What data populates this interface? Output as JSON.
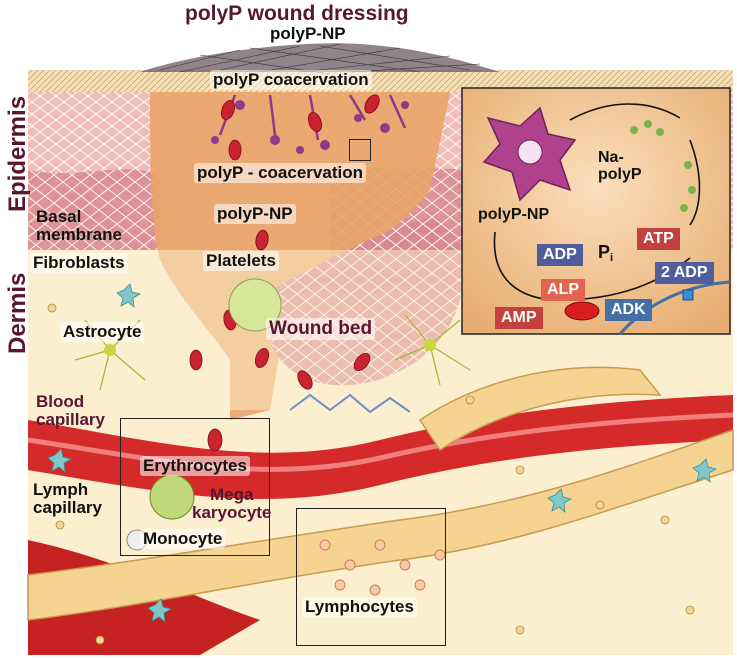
{
  "title": "polyP wound dressing",
  "top_label": "polyP-NP",
  "layers": {
    "epidermis": "Epidermis",
    "dermis": "Dermis"
  },
  "labels": {
    "coacervation_top": "polyP coacervation",
    "coacervation_mid": "polyP - coacervation",
    "polyp_np": "polyP-NP",
    "basal_membrane_1": "Basal",
    "basal_membrane_2": "membrane",
    "fibroblasts": "Fibroblasts",
    "platelets": "Platelets",
    "astrocyte": "Astrocyte",
    "wound_bed": "Wound bed",
    "blood_capillary_1": "Blood",
    "blood_capillary_2": "capillary",
    "erythrocytes": "Erythrocytes",
    "lymph_capillary_1": "Lymph",
    "lymph_capillary_2": "capillary",
    "megakaryocyte_1": "Mega",
    "megakaryocyte_2": "karyocyte",
    "monocyte": "Monocyte",
    "lymphocytes": "Lymphocytes"
  },
  "inset": {
    "na_polyp_1": "Na-",
    "na_polyp_2": "polyP",
    "polyp_np": "polyP-NP",
    "pi": "P",
    "pi_sub": "i",
    "adp": "ADP",
    "atp": "ATP",
    "two_adp": "2 ADP",
    "alp": "ALP",
    "amp": "AMP",
    "adk": "ADK"
  },
  "colors": {
    "title": "#5a1530",
    "blood_red": "#d42a2a",
    "skin_pink": "#e9a9a6",
    "dermis_cream": "#fbefcf",
    "wound_orange": "#e9a468",
    "inset_bg": "#f2c894",
    "badge_blue": "#4f5e9a",
    "badge_red": "#c4403f",
    "badge_adk": "#4470a6",
    "polyp_purple": "#8e3a8a"
  }
}
